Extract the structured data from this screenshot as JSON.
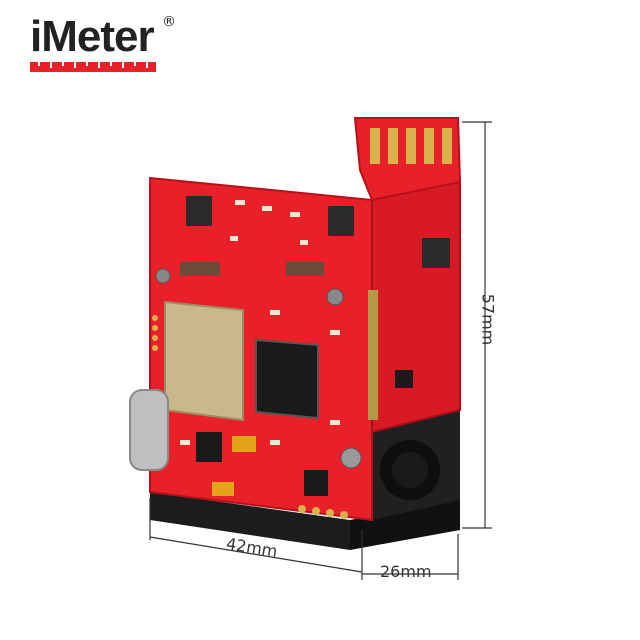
{
  "brand": {
    "name": "iMeter",
    "registered": "®"
  },
  "dimensions": {
    "width": "42mm",
    "depth": "26mm",
    "height": "57mm"
  },
  "colors": {
    "pcb": "#e8202a",
    "housing": "#1c1c1c",
    "shield": "#c9b98a",
    "gold": "#d8b24a",
    "chip": "#1a1a1a"
  }
}
